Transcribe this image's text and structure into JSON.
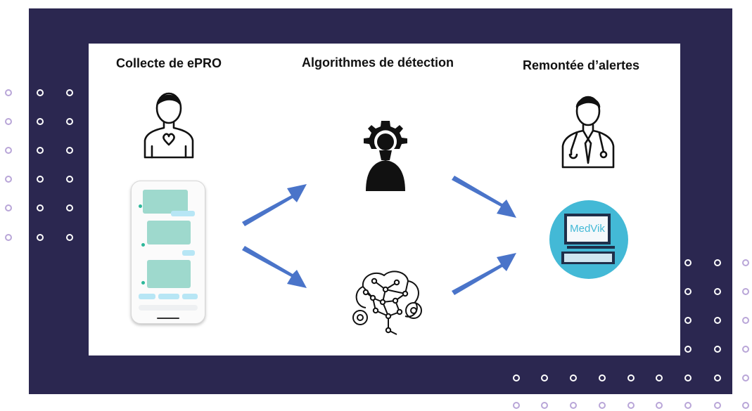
{
  "headings": {
    "collect": "Collecte de ePRO",
    "algorithms": "Algorithmes de détection",
    "alerts": "Remontée d’alertes"
  },
  "icons": {
    "patient": "patient-heart-icon",
    "phone": "chat-app-phone-icon",
    "gear_head": "gear-head-icon",
    "brain": "brain-network-icon",
    "doctor": "doctor-stethoscope-icon",
    "computer": "medvik-computer-icon"
  },
  "computer_label": "MedVik",
  "colors": {
    "frame": "#2b2750",
    "arrow": "#4a74c9",
    "dots": "#b9a6d8",
    "computer_circle": "#43b9d6"
  }
}
